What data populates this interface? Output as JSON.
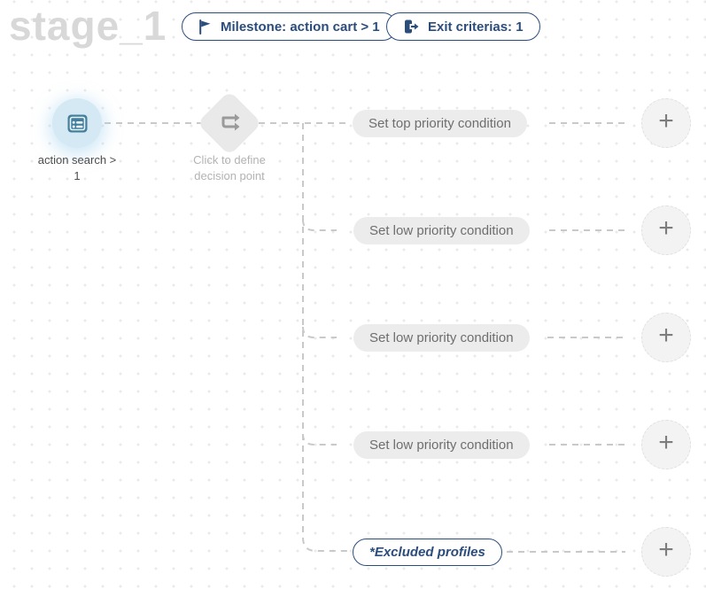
{
  "stage": {
    "title": "stage_1"
  },
  "header": {
    "milestone_button": {
      "label": "Milestone: action cart > 1",
      "icon": "flag-icon"
    },
    "exit_button": {
      "label": "Exit criterias: 1",
      "icon": "exit-icon"
    }
  },
  "flow": {
    "entry_node": {
      "icon": "list-card-icon",
      "label_line1": "action search >",
      "label_line2": "1"
    },
    "decision_node": {
      "icon": "branch-arrows-icon",
      "label_line1": "Click to define",
      "label_line2": "decision point"
    },
    "branches": [
      {
        "label": "Set top priority condition",
        "style": "filled"
      },
      {
        "label": "Set low priority condition",
        "style": "filled"
      },
      {
        "label": "Set low priority condition",
        "style": "filled"
      },
      {
        "label": "Set low priority condition",
        "style": "filled"
      },
      {
        "label": "*Excluded profiles",
        "style": "outlined"
      }
    ],
    "add_label": "+"
  },
  "colors": {
    "accent_navy": "#2b4d7c",
    "entry_circle_bg": "#d4e9f4",
    "entry_icon": "#44809e",
    "diamond_bg": "#e9e9e9",
    "diamond_icon": "#9a9a9a",
    "pill_bg": "#ececec",
    "pill_text": "#6e6e6e",
    "connector": "#c9c9c9",
    "stage_title": "#d8d8d8",
    "dot_grid": "#e9e9e9"
  }
}
